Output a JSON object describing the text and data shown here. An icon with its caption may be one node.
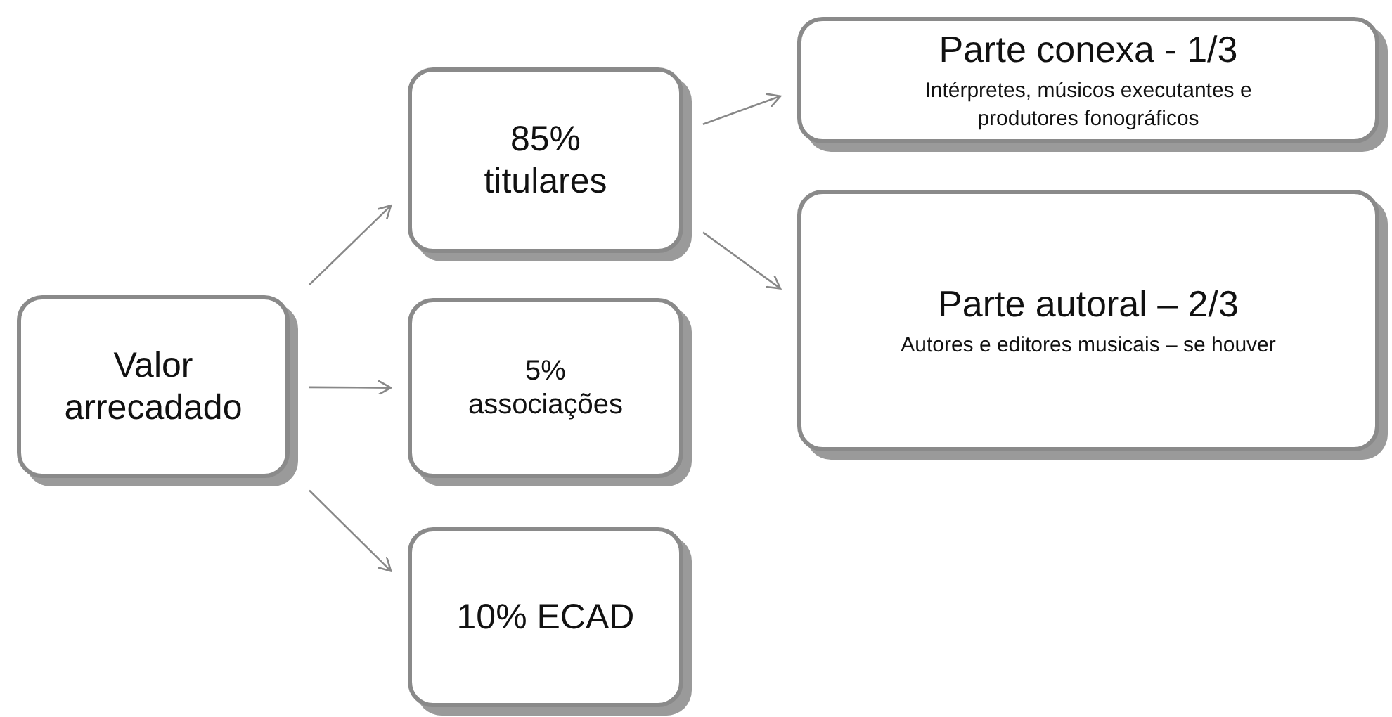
{
  "diagram": {
    "nodes": [
      {
        "text": [
          "Valor arrecadado"
        ]
      },
      {
        "text": [
          "85% titulares"
        ]
      },
      {
        "text": [
          "5% associações"
        ]
      },
      {
        "text": [
          "10% ECAD"
        ]
      },
      {
        "text": [
          "Parte conexa - 1/3",
          "Intérpretes, músicos executantes e produtores fonográficos"
        ]
      },
      {
        "text": [
          "Parte autoral – 2/3",
          "Autores e editores musicais – se houver"
        ]
      }
    ],
    "edges": [
      {
        "from": 0,
        "to": 1,
        "arrow": "to"
      },
      {
        "from": 0,
        "to": 2,
        "arrow": "to"
      },
      {
        "from": 0,
        "to": 3,
        "arrow": "to"
      },
      {
        "from": 1,
        "to": 4,
        "arrow": "to"
      },
      {
        "from": 1,
        "to": 5,
        "arrow": "to"
      }
    ]
  }
}
